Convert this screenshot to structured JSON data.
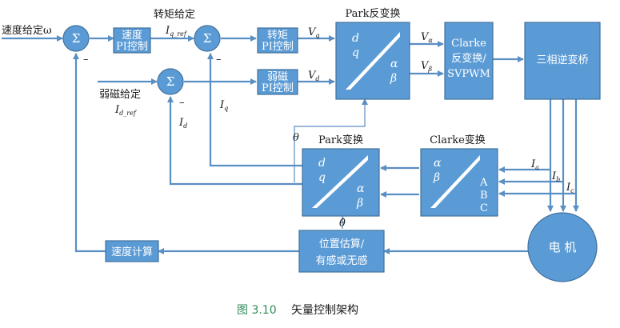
{
  "inputs": {
    "speed_ref": "速度给定ω",
    "torque_ref": "转矩给定",
    "iq_ref": "I",
    "iq_ref_sub": "q_ref",
    "flux_ref": "弱磁给定",
    "id_ref": "I",
    "id_ref_sub": "d_ref"
  },
  "sum_symbol": "Σ",
  "minus_sign": "–",
  "blocks": {
    "speed_pi_line1": "速度",
    "speed_pi_line2": "PI控制",
    "torque_pi_line1": "转矩",
    "torque_pi_line2": "PI控制",
    "flux_pi_line1": "弱磁",
    "flux_pi_line2": "PI控制",
    "inv_park_title": "Park反变换",
    "park_title": "Park变换",
    "clarke_title": "Clarke变换",
    "inv_clarke_line1": "Clarke",
    "inv_clarke_line2": "反变换/",
    "inv_clarke_line3": "SVPWM",
    "inverter": "三相逆变桥",
    "motor": "电    机",
    "speed_calc": "速度计算",
    "pos_est_line1": "位置估算/",
    "pos_est_line2": "有感或无感"
  },
  "block_glyphs": {
    "d": "d",
    "q": "q",
    "alpha": "α",
    "beta": "β",
    "A": "A",
    "B": "B",
    "C": "C"
  },
  "signals": {
    "vq": "V",
    "vq_sub": "q",
    "vd": "V",
    "vd_sub": "d",
    "valpha": "V",
    "valpha_sub": "α",
    "vbeta": "V",
    "vbeta_sub": "β",
    "iq": "I",
    "iq_sub": "q",
    "id": "I",
    "id_sub": "d",
    "ia": "I",
    "ia_sub": "a",
    "ib": "I",
    "ib_sub": "b",
    "ic": "I",
    "ic_sub": "c",
    "theta": "θ",
    "theta_hat": "θ̂"
  },
  "caption": {
    "number": "图 3.10",
    "title": "矢量控制架构"
  },
  "colors": {
    "block_fill": "#5b9bd5",
    "wire": "#5a8fc4",
    "caption_number": "#2e8b57"
  }
}
